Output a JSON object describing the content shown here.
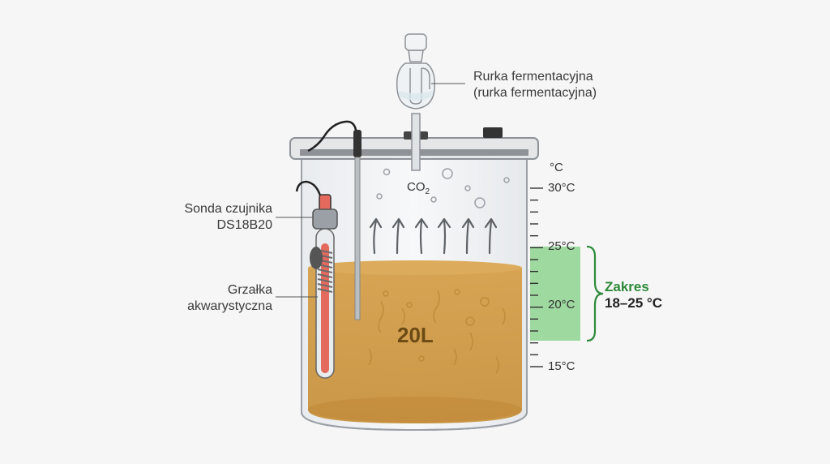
{
  "labels": {
    "airlock_line1": "Rurka fermentacyjna",
    "airlock_line2": "(rurka fermentacyjna)",
    "probe_line1": "Sonda czujnika",
    "probe_line2": "DS18B20",
    "heater_line1": "Grzałka",
    "heater_line2": "akwarystyczna",
    "co2_main": "CO",
    "co2_sub": "2",
    "volume": "20L"
  },
  "scale": {
    "unit": "°C",
    "ticks": [
      "30°C",
      "25°C",
      "20°C",
      "15°C"
    ],
    "range_title": "Zakres",
    "range_value": "18–25 °C"
  },
  "colors": {
    "liquid": "#d4a14f",
    "range_fill": "#8ed38f",
    "range_text": "#2e8a3a",
    "heater_core": "#e36a5c"
  },
  "icons": [
    "airlock-icon",
    "temperature-probe-icon",
    "aquarium-heater-icon",
    "co2-bubbles-icon",
    "arrow-up-icon",
    "fermentation-bucket-icon"
  ]
}
